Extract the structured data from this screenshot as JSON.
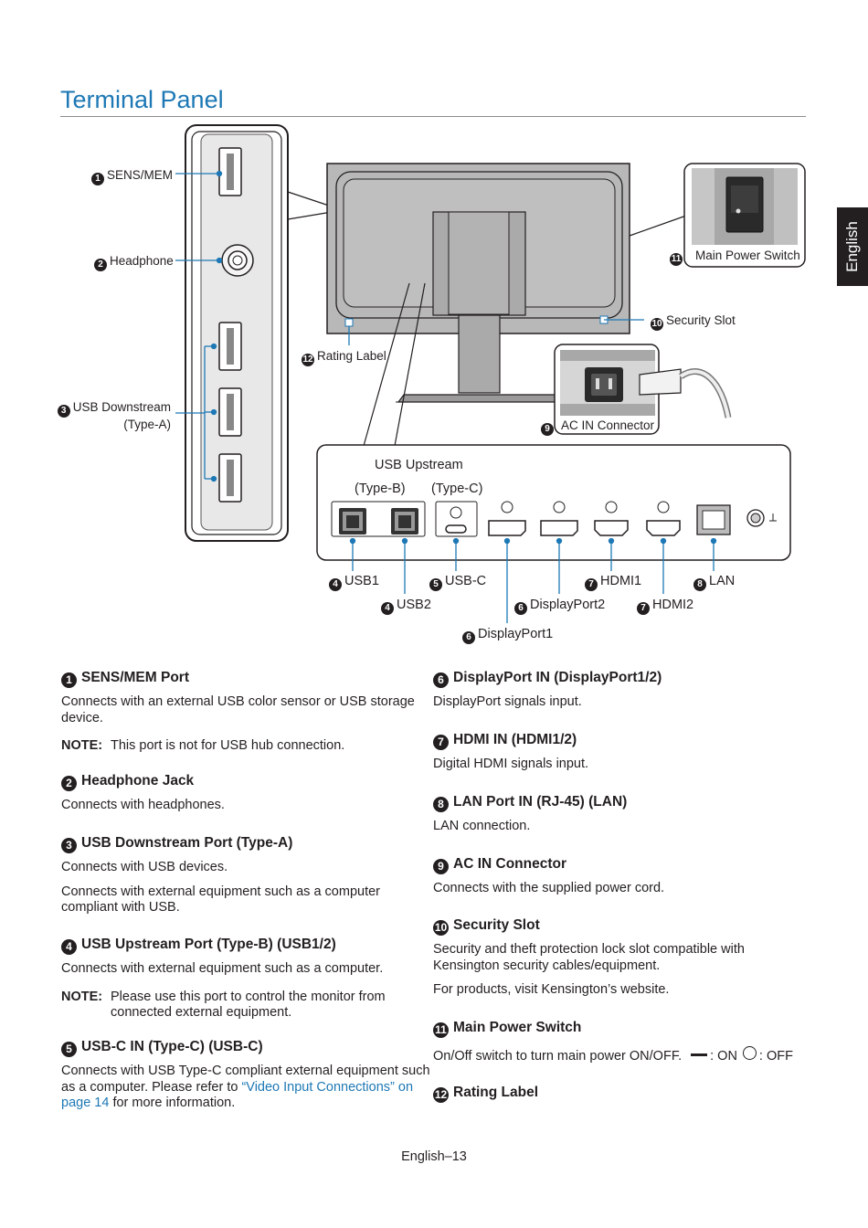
{
  "page": {
    "title": "Terminal Panel",
    "language_tab": "English",
    "footer": "English–13"
  },
  "diagram": {
    "labels": {
      "sens_mem": {
        "num": "1",
        "text": "SENS/MEM"
      },
      "headphone": {
        "num": "2",
        "text": "Headphone"
      },
      "usb_downstream": {
        "num": "3",
        "text": "USB Downstream",
        "text2": "(Type-A)"
      },
      "usb1": {
        "num": "4",
        "text": "USB1"
      },
      "usb2": {
        "num": "4",
        "text": "USB2"
      },
      "usbc": {
        "num": "5",
        "text": "USB-C"
      },
      "dp1": {
        "num": "6",
        "text": "DisplayPort1"
      },
      "dp2": {
        "num": "6",
        "text": "DisplayPort2"
      },
      "hdmi1": {
        "num": "7",
        "text": "HDMI1"
      },
      "hdmi2": {
        "num": "7",
        "text": "HDMI2"
      },
      "lan": {
        "num": "8",
        "text": "LAN"
      },
      "ac_in": {
        "num": "9",
        "text": "AC IN Connector"
      },
      "security": {
        "num": "10",
        "text": "Security Slot"
      },
      "power_switch": {
        "num": "11",
        "text": "Main Power Switch"
      },
      "rating": {
        "num": "12",
        "text": "Rating Label"
      },
      "usb_upstream": "USB Upstream",
      "type_b": "(Type-B)",
      "type_c": "(Type-C)"
    },
    "callout_color": "#1d78b5"
  },
  "sections_left": [
    {
      "num": "1",
      "heading": "SENS/MEM Port",
      "paragraphs": [
        "Connects with an external USB color sensor or USB storage device."
      ],
      "note": {
        "key": "NOTE:",
        "text": "This port is not for USB hub connection."
      }
    },
    {
      "num": "2",
      "heading": "Headphone Jack",
      "paragraphs": [
        "Connects with headphones."
      ]
    },
    {
      "num": "3",
      "heading": "USB Downstream Port (Type-A)",
      "paragraphs": [
        "Connects with USB devices.",
        "Connects with external equipment such as a computer compliant with USB."
      ]
    },
    {
      "num": "4",
      "heading": "USB Upstream Port (Type-B) (USB1/2)",
      "paragraphs": [
        "Connects with external equipment such as a computer."
      ],
      "note": {
        "key": "NOTE:",
        "text": "Please use this port to control the monitor from connected external equipment."
      }
    },
    {
      "num": "5",
      "heading": "USB-C IN (Type-C) (USB-C)",
      "paragraphs_rich": {
        "before": "Connects with USB Type-C compliant external equipment such as a computer. Please refer to ",
        "link": "“Video Input Connections” on page 14",
        "after": " for more information."
      }
    }
  ],
  "sections_right": [
    {
      "num": "6",
      "heading": "DisplayPort IN (DisplayPort1/2)",
      "paragraphs": [
        "DisplayPort signals input."
      ]
    },
    {
      "num": "7",
      "heading": "HDMI IN (HDMI1/2)",
      "paragraphs": [
        "Digital HDMI signals input."
      ]
    },
    {
      "num": "8",
      "heading": "LAN Port IN (RJ-45) (LAN)",
      "paragraphs": [
        "LAN connection."
      ]
    },
    {
      "num": "9",
      "heading": "AC IN Connector",
      "paragraphs": [
        "Connects with the supplied power cord."
      ]
    },
    {
      "num": "10",
      "heading": "Security Slot",
      "paragraphs": [
        "Security and theft protection lock slot compatible with Kensington security cables/equipment.",
        "For products, visit Kensington’s website."
      ]
    },
    {
      "num": "11",
      "heading": "Main Power Switch",
      "switch_text": "On/Off switch to turn main power ON/OFF.",
      "on_text": ": ON",
      "off_text": ": OFF"
    },
    {
      "num": "12",
      "heading": "Rating Label"
    }
  ]
}
